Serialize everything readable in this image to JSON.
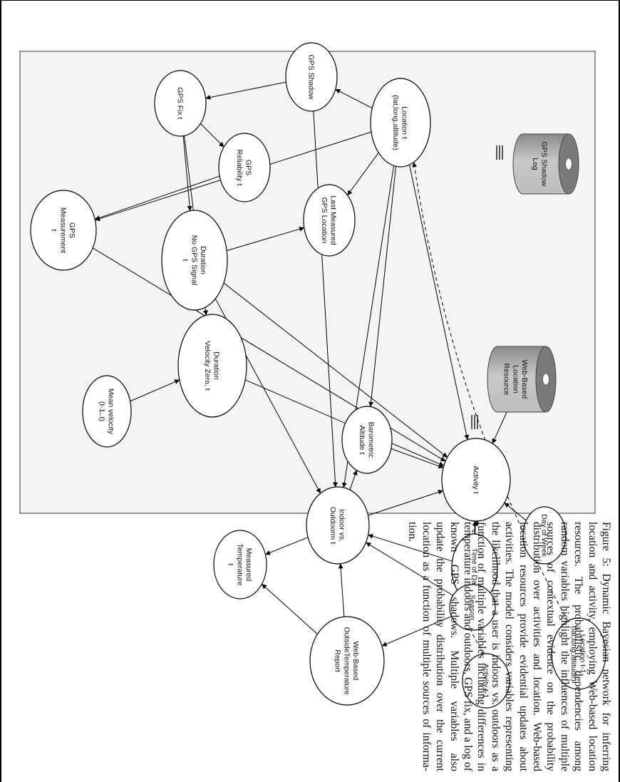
{
  "figure": {
    "nodes": [
      {
        "id": "location_t",
        "lines": [
          "Location t",
          "(lat,long,altitude)"
        ]
      },
      {
        "id": "gps_shadow",
        "lines": [
          "GPS Shadow"
        ]
      },
      {
        "id": "gps_fix",
        "lines": [
          "GPS Fix t"
        ]
      },
      {
        "id": "gps_reliability",
        "lines": [
          "GPS",
          "Reliability t"
        ]
      },
      {
        "id": "last_measured",
        "lines": [
          "Last Measured",
          "GPS Location"
        ]
      },
      {
        "id": "duration_no_gps",
        "lines": [
          "Duration",
          "No GPS Signal",
          "t"
        ]
      },
      {
        "id": "gps_measurement",
        "lines": [
          "GPS",
          "Measurement",
          "t"
        ]
      },
      {
        "id": "duration_vel_zero",
        "lines": [
          "Duration",
          "Velocity Zero, t"
        ]
      },
      {
        "id": "mean_velocity",
        "lines": [
          "Mean velocity",
          "(t-1..t)"
        ]
      },
      {
        "id": "activity_t",
        "lines": [
          "Activity t"
        ]
      },
      {
        "id": "barometric",
        "lines": [
          "Barometric",
          "Altitude t"
        ]
      },
      {
        "id": "indoor",
        "lines": [
          "Indoor vs.",
          "Outdoorm t"
        ]
      },
      {
        "id": "measured_temp",
        "lines": [
          "Measured",
          "Temperature",
          "t"
        ]
      },
      {
        "id": "day_of_week",
        "lines": [
          "Day of Week"
        ]
      },
      {
        "id": "time_of_day",
        "lines": [
          "Time of Day"
        ]
      },
      {
        "id": "season",
        "lines": [
          "Season"
        ]
      },
      {
        "id": "web_temp",
        "lines": [
          "Web-Based",
          "OutsideTemperature",
          "Report"
        ]
      },
      {
        "id": "location_prev",
        "lines": [
          "Location t-1",
          "(lat,long,altitude)"
        ]
      },
      {
        "id": "activity_prev",
        "lines": [
          "Activity t-1"
        ]
      }
    ],
    "cylinders": [
      {
        "id": "web_location_resource",
        "lines": [
          "Web-Based",
          "Location",
          "Resource"
        ]
      },
      {
        "id": "gps_shadow_log",
        "lines": [
          "GPS Shadow",
          "Log"
        ]
      }
    ],
    "edges": [
      [
        "location_t",
        "gps_shadow"
      ],
      [
        "location_t",
        "last_measured"
      ],
      [
        "location_t",
        "gps_measurement"
      ],
      [
        "location_t",
        "barometric"
      ],
      [
        "location_t",
        "indoor"
      ],
      [
        "location_t",
        "activity_t"
      ],
      [
        "gps_shadow",
        "gps_fix"
      ],
      [
        "gps_shadow",
        "indoor"
      ],
      [
        "gps_fix",
        "gps_reliability"
      ],
      [
        "gps_fix",
        "duration_no_gps"
      ],
      [
        "gps_fix",
        "duration_vel_zero"
      ],
      [
        "gps_reliability",
        "gps_measurement"
      ],
      [
        "duration_no_gps",
        "last_measured"
      ],
      [
        "duration_no_gps",
        "activity_t"
      ],
      [
        "duration_no_gps",
        "indoor"
      ],
      [
        "gps_measurement",
        "activity_t"
      ],
      [
        "mean_velocity",
        "duration_vel_zero"
      ],
      [
        "duration_vel_zero",
        "activity_t"
      ],
      [
        "barometric",
        "activity_t"
      ],
      [
        "indoor",
        "barometric"
      ],
      [
        "indoor",
        "activity_t"
      ],
      [
        "indoor",
        "measured_temp"
      ],
      [
        "day_of_week",
        "activity_t"
      ],
      [
        "time_of_day",
        "activity_t"
      ],
      [
        "time_of_day",
        "indoor"
      ],
      [
        "season",
        "activity_t"
      ],
      [
        "season",
        "indoor"
      ],
      [
        "season",
        "web_temp"
      ],
      [
        "web_temp",
        "indoor"
      ],
      [
        "web_temp",
        "measured_temp"
      ],
      [
        "web_location_resource",
        "activity_t"
      ]
    ],
    "dashed_edges": [
      [
        "location_prev",
        "location_t"
      ],
      [
        "activity_prev",
        "activity_t"
      ]
    ]
  },
  "caption": {
    "lines": [
      "Figure 5: Dynamic Bayesian network for inferring location and activity, employing Web-based location",
      "resources. The probabilistic dependencies among random variables highlight the influences of multiple",
      "sources of contextual evidence on the probability distribution over activities and location. Web-based",
      "location resources provide evidential updates about activities. The model considers variables representing",
      "the likelihood that a user is indoors vs. outdoors as a function of multiple variables including differences in",
      "temperature indoors and outdoors, GPS fix, and a log of known GPS shadows. Multiple variables also",
      "update the probability distribution over the current location as a function of multiple sources of informa-",
      "tion."
    ]
  }
}
